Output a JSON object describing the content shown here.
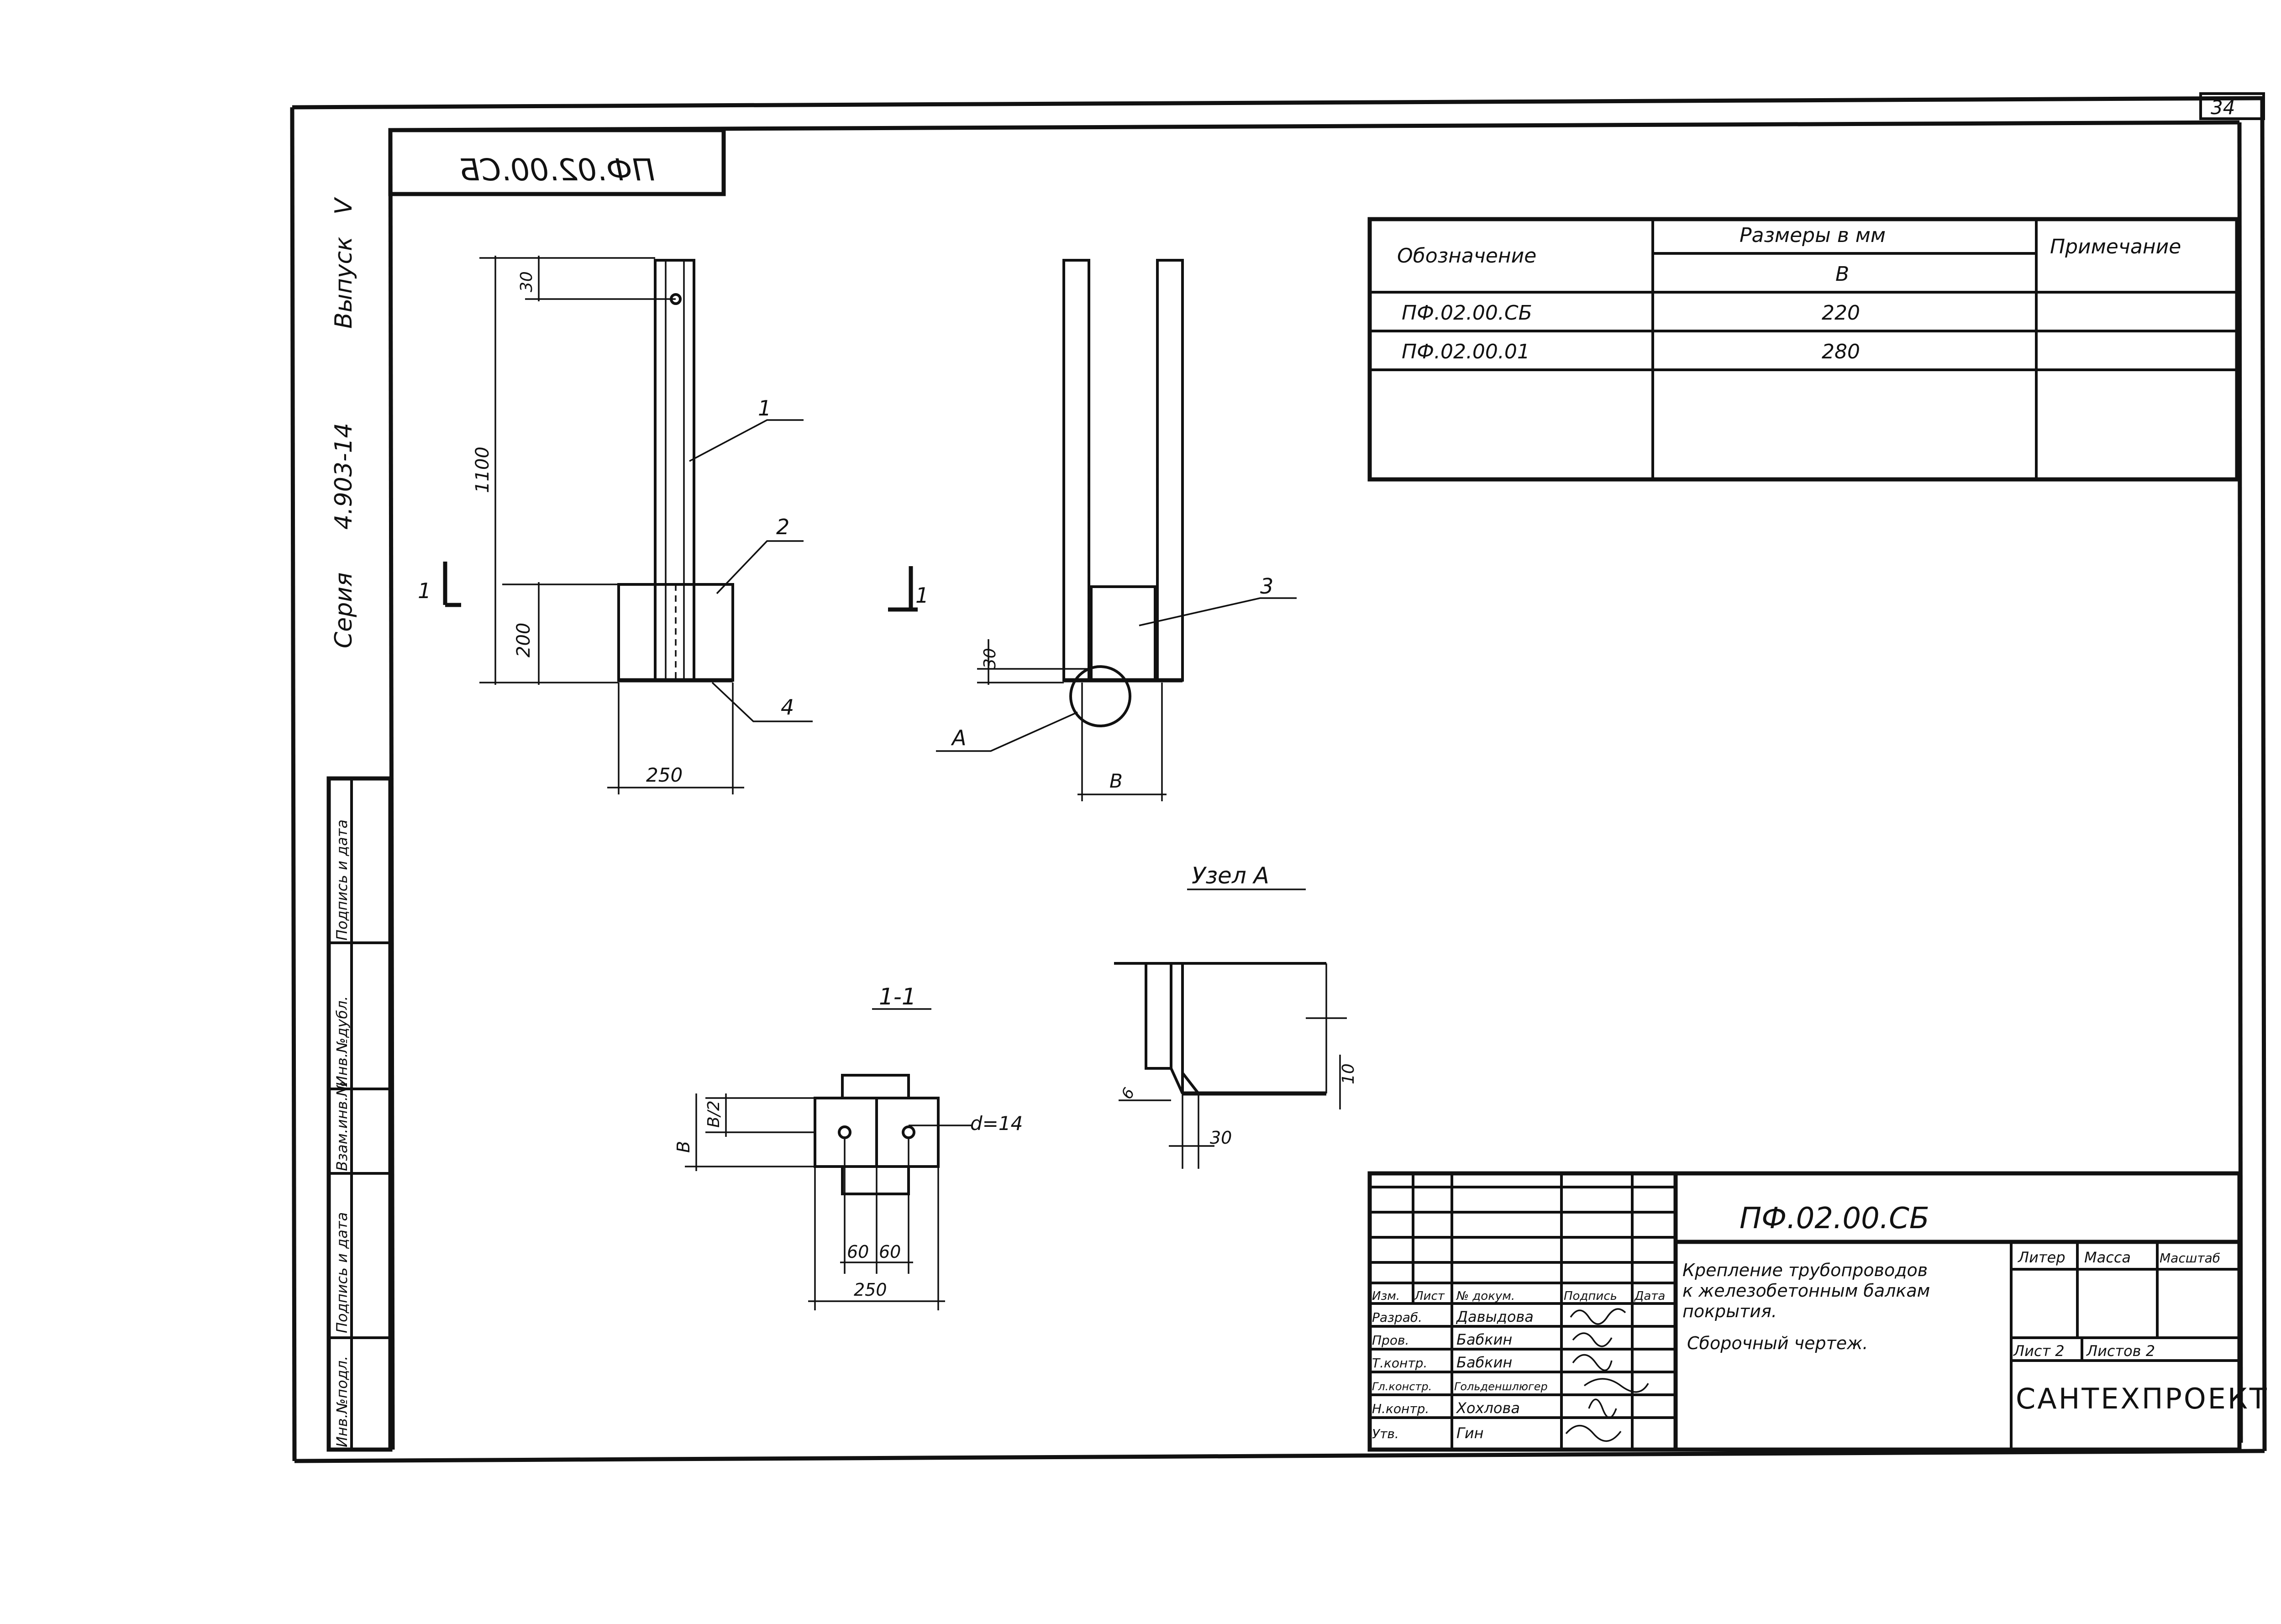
{
  "sheet": {
    "page_number": "34",
    "code_mirrored": "ПФ.02.00.СБ",
    "side_series": "Серия",
    "side_series_code": "4.903-14",
    "side_issue": "Выпуск",
    "side_issue_num": "V",
    "side_stamp_labels": [
      "Инв.№подл.",
      "Подпись и дата",
      "Взам.инв.№",
      "Инв.№дубл.",
      "Подпись и дата"
    ]
  },
  "drawing": {
    "view1": {
      "dim_30": "30",
      "dim_1100": "1100",
      "dim_200": "200",
      "dim_250": "250",
      "leader_1": "1",
      "leader_2": "2",
      "leader_4": "4",
      "section_mark": "1"
    },
    "view2": {
      "dim_30": "30",
      "dim_B": "В",
      "leader_3": "3",
      "leader_A": "А",
      "section_mark": "1"
    },
    "section": {
      "title": "1-1",
      "dim_B": "В",
      "dim_B2": "В/2",
      "dim_d": "d=14",
      "dim_60a": "60",
      "dim_60b": "60",
      "dim_250": "250"
    },
    "node": {
      "title": "Узел А",
      "dim_10": "10",
      "dim_30": "30",
      "dim_6": "6"
    }
  },
  "size_table": {
    "headers": {
      "designation": "Обозначение",
      "sizes": "Размеры в мм",
      "size_b": "В",
      "note": "Примечание"
    },
    "rows": [
      {
        "designation": "ПФ.02.00.СБ",
        "b": "220",
        "note": ""
      },
      {
        "designation": "ПФ.02.00.01",
        "b": "280",
        "note": ""
      }
    ]
  },
  "title_block": {
    "code": "ПФ.02.00.СБ",
    "title_lines": [
      "Крепление трубопроводов",
      "к железобетонным балкам",
      "покрытия."
    ],
    "doc_type": "Сборочный чертеж.",
    "col_headers": [
      "Изм.",
      "Лист",
      "№ докум.",
      "Подпись",
      "Дата"
    ],
    "roles": [
      {
        "role": "Разраб.",
        "name": "Давыдова"
      },
      {
        "role": "Пров.",
        "name": "Бабкин"
      },
      {
        "role": "Т.контр.",
        "name": "Бабкин"
      },
      {
        "role": "Гл.констр.",
        "name": "Гольденшлюгер"
      },
      {
        "role": "Н.контр.",
        "name": "Хохлова"
      },
      {
        "role": "Утв.",
        "name": "Гин"
      }
    ],
    "litera": "Литер",
    "mass": "Масса",
    "scale": "Масштаб",
    "sheet_label": "Лист 2",
    "sheets_label": "Листов 2",
    "org": "САНТЕХПРОЕКТ"
  }
}
